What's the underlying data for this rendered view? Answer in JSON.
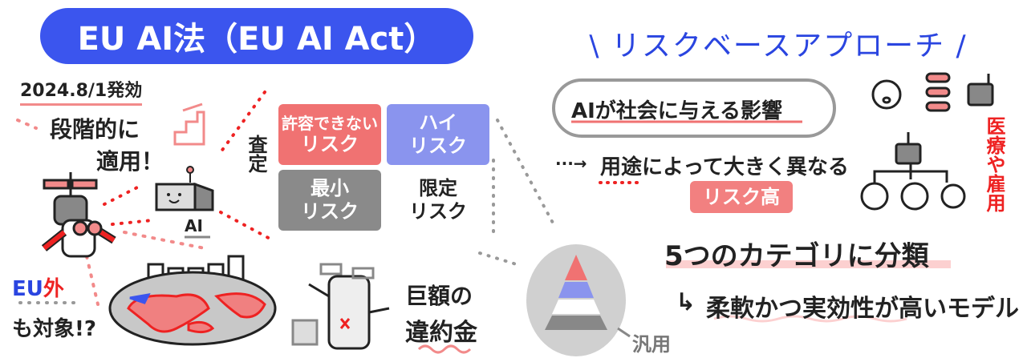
{
  "header": {
    "title": "EU AI法（EU AI Act）",
    "right_title": "\\ リスクベースアプローチ /"
  },
  "left": {
    "date": "2024.8/1発効",
    "phased_1": "段階的に",
    "phased_2": "適用！",
    "assessment": "査定",
    "ai_label": "AI",
    "outside_eu_1": "EU",
    "outside_eu_2": "外",
    "also_target": "も対象!?",
    "fine_1": "巨額の",
    "fine_2": "違約金"
  },
  "risk_grid": [
    {
      "line1": "許容できない",
      "line2": "リスク",
      "color": "#f07272"
    },
    {
      "line1": "ハイ",
      "line2": "リスク",
      "color": "#8a94ee"
    },
    {
      "line1": "最小",
      "line2": "リスク",
      "color": "#8a8a8a"
    },
    {
      "line1": "限定",
      "line2": "リスク",
      "color": "#ffffff"
    }
  ],
  "right": {
    "impact": "AIが社会に与える影響",
    "arrow": "···→",
    "usage": "用途によって大きく異なる",
    "high_risk": "リスク高",
    "examples": "医療や雇用",
    "categories": "5つのカテゴリに分類",
    "model_arrow": "↳",
    "model": "柔軟かつ実効性が高いモデル",
    "general_purpose": "汎用"
  },
  "colors": {
    "blue": "#3b55ee",
    "pink": "#f07272",
    "red": "#ee1111",
    "gray": "#8a8a8a"
  }
}
